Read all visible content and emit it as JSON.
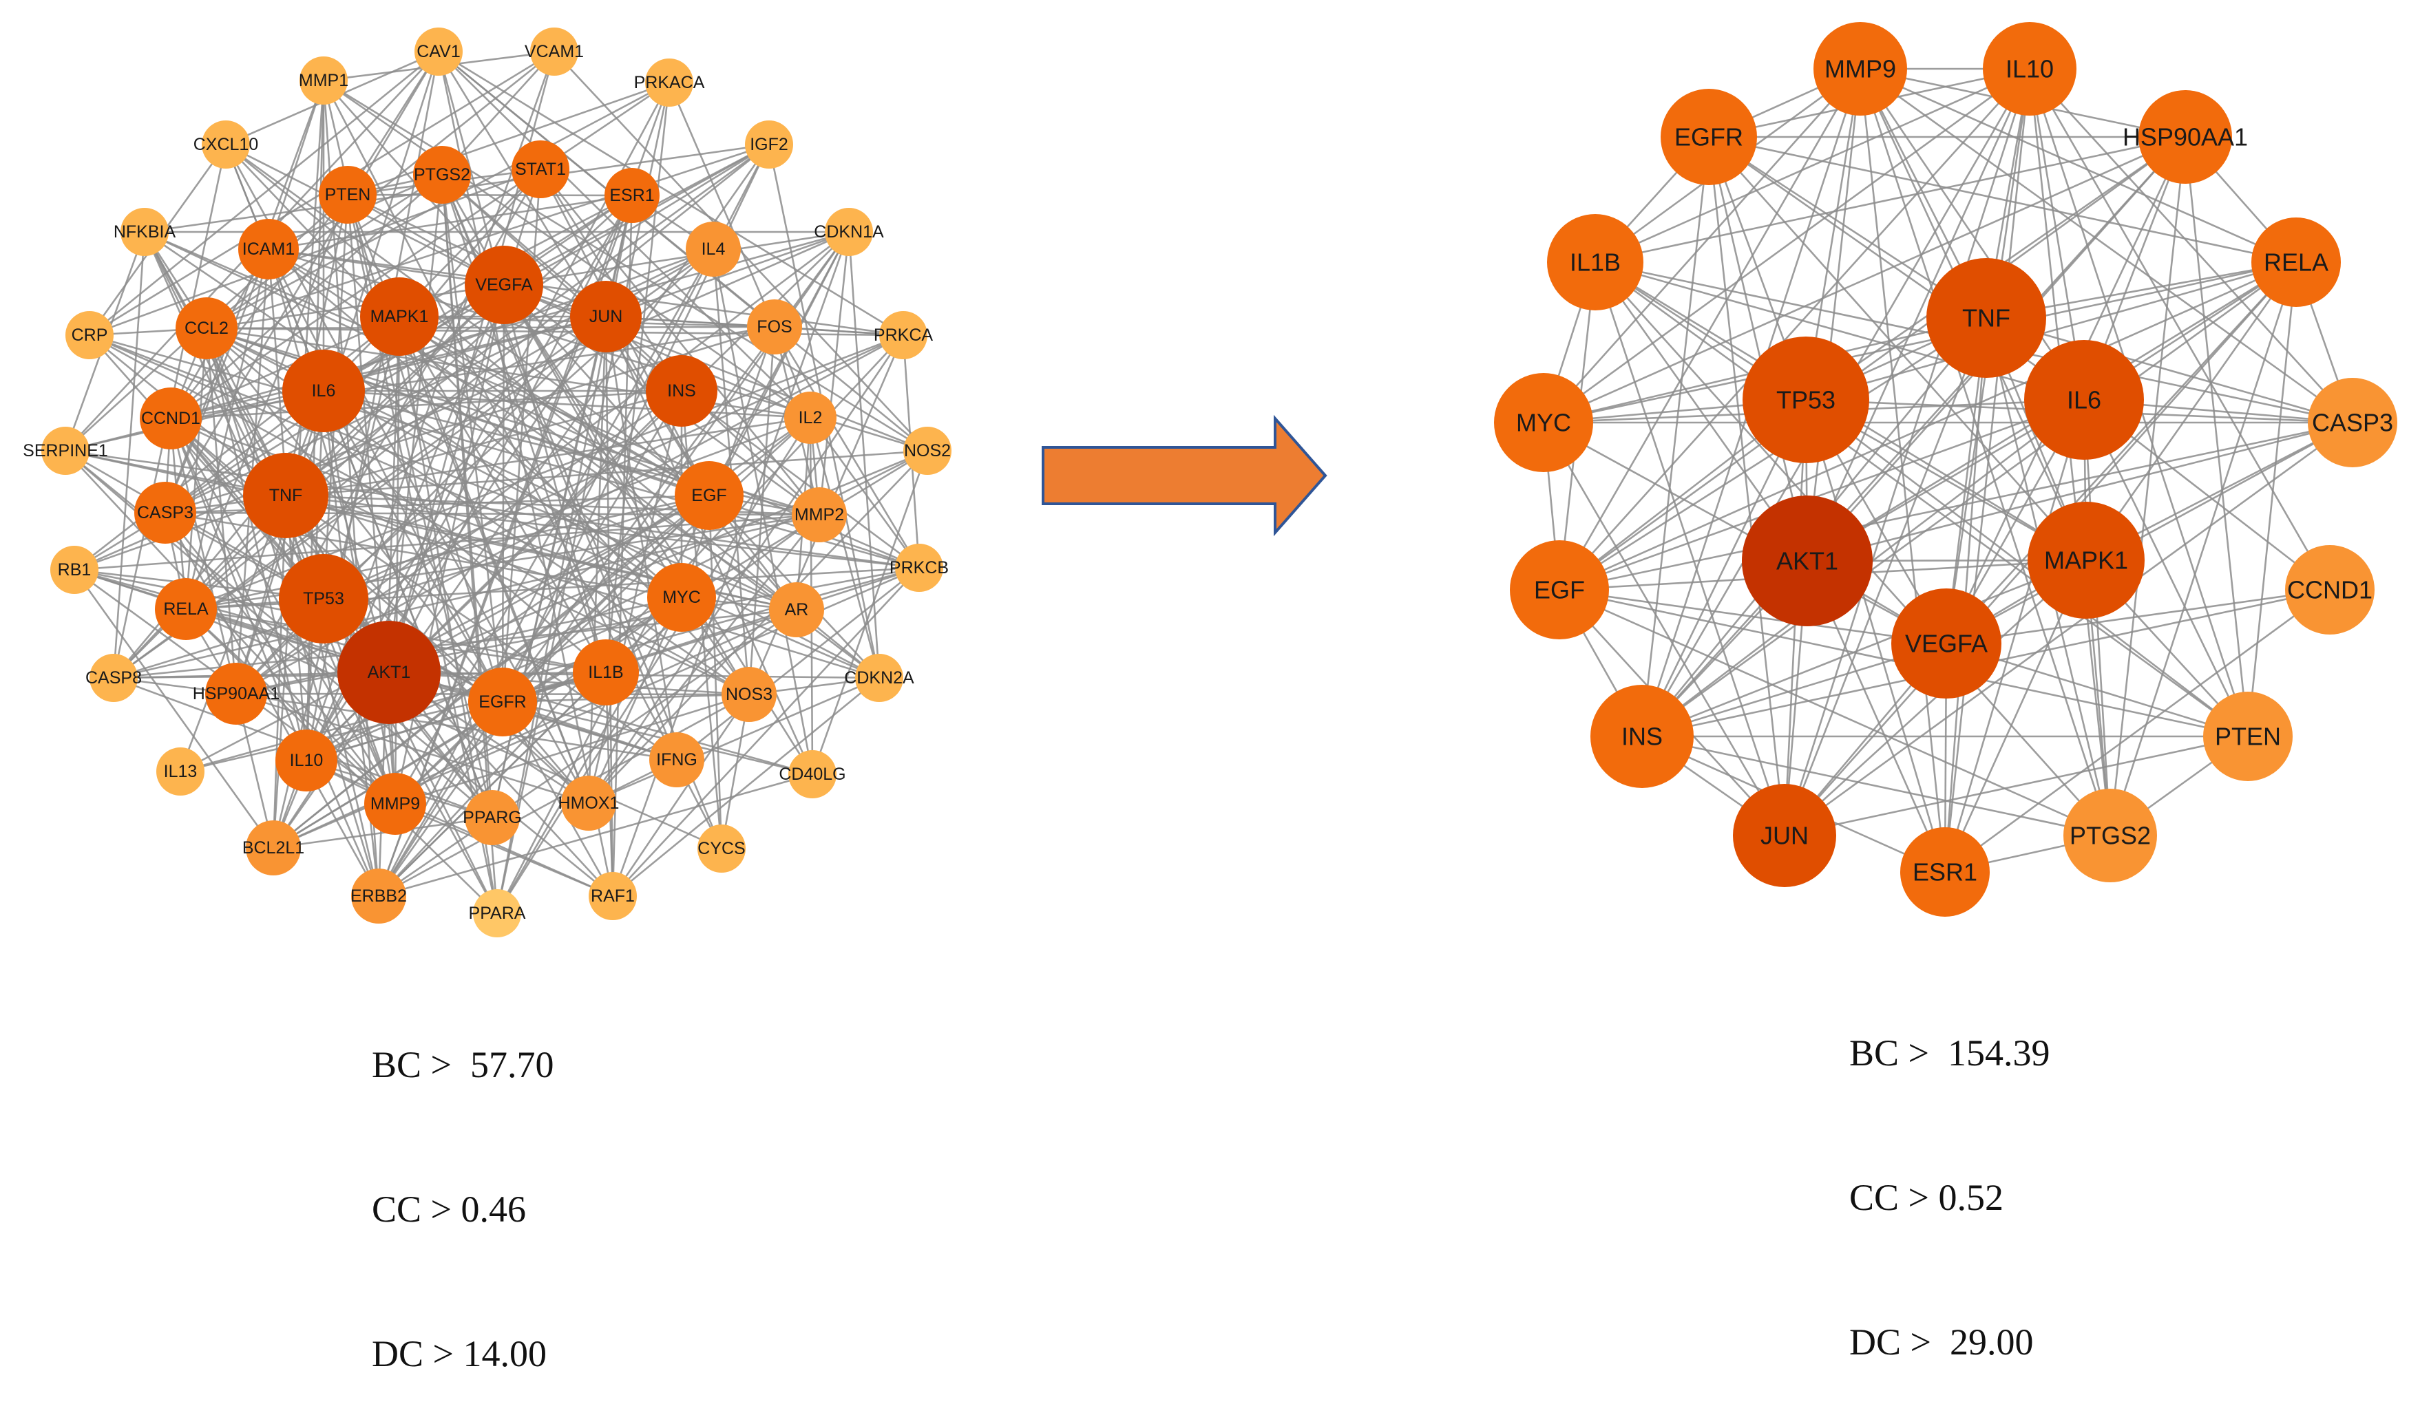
{
  "left_network": {
    "nodes": [
      "AKT1",
      "TP53",
      "TNF",
      "IL6",
      "MAPK1",
      "VEGFA",
      "JUN",
      "INS",
      "EGF",
      "MYC",
      "IL1B",
      "EGFR",
      "CASP3",
      "RELA",
      "CCND1",
      "CCL2",
      "ICAM1",
      "PTEN",
      "PTGS2",
      "STAT1",
      "ESR1",
      "IL4",
      "FOS",
      "IL2",
      "MMP2",
      "AR",
      "NOS3",
      "IFNG",
      "HMOX1",
      "PPARG",
      "MMP9",
      "IL10",
      "HSP90AA1",
      "ERBB2",
      "BCL2L1",
      "IL13",
      "CASP8",
      "RB1",
      "SERPINE1",
      "CRP",
      "NFKBIA",
      "CXCL10",
      "MMP1",
      "CAV1",
      "VCAM1",
      "PRKACA",
      "IGF2",
      "CDKN1A",
      "PRKCA",
      "NOS2",
      "PRKCB",
      "CDKN2A",
      "CD40LG",
      "CYCS",
      "RAF1",
      "PPARA"
    ],
    "criteria": [
      "BC >  57.70",
      "CC > 0.46",
      "DC > 14.00"
    ]
  },
  "right_network": {
    "nodes": [
      "AKT1",
      "TP53",
      "TNF",
      "IL6",
      "MAPK1",
      "VEGFA",
      "EGFR",
      "MMP9",
      "IL10",
      "HSP90AA1",
      "IL1B",
      "RELA",
      "MYC",
      "CASP3",
      "EGF",
      "CCND1",
      "INS",
      "PTEN",
      "JUN",
      "ESR1",
      "PTGS2"
    ],
    "criteria": [
      "BC >  154.39",
      "CC > 0.52",
      "DC >  29.00"
    ]
  },
  "arrow": {
    "fill": "#ed7d31",
    "stroke": "#2f5597"
  },
  "edge_color": "#8c8c8c",
  "colors": {
    "darkest": "#c43200",
    "dark": "#e04e00",
    "mid": "#f26b0c",
    "light": "#f99433",
    "pale": "#fdb44e",
    "palest": "#ffc766"
  }
}
